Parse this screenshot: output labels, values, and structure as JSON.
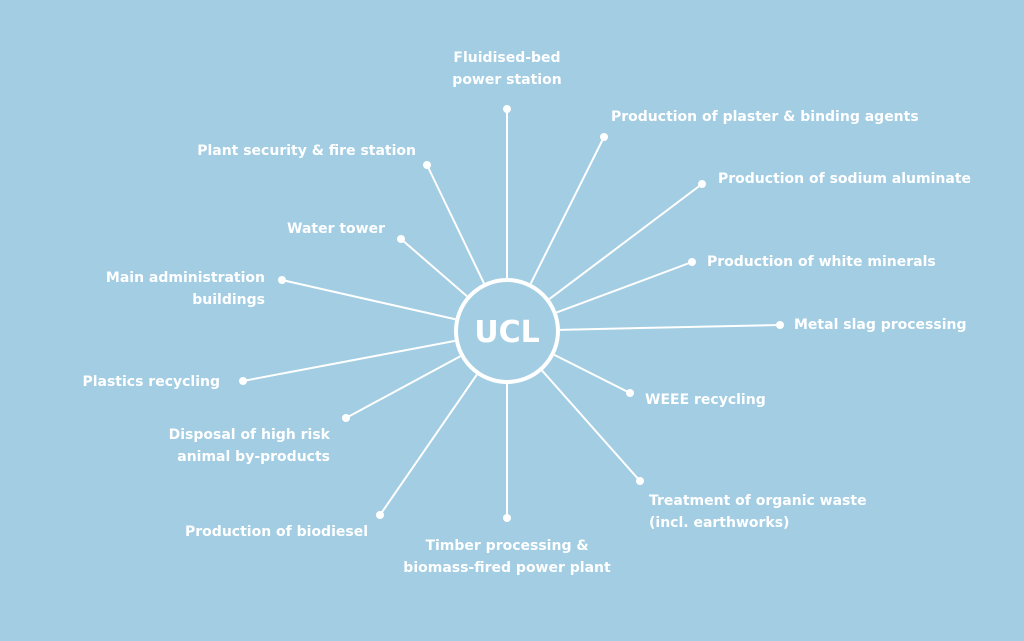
{
  "colors": {
    "background": "#a2cde3",
    "lines": "#ffffff",
    "text": "#ffffff"
  },
  "hub": {
    "label": "UCL"
  },
  "nodes": [
    {
      "id": "fluidised-bed",
      "text": "Fluidised-bed\npower station"
    },
    {
      "id": "plaster",
      "text": "Production of plaster & binding agents"
    },
    {
      "id": "sodium-aluminate",
      "text": "Production of sodium aluminate"
    },
    {
      "id": "white-minerals",
      "text": "Production of white minerals"
    },
    {
      "id": "metal-slag",
      "text": "Metal slag processing"
    },
    {
      "id": "weee",
      "text": "WEEE recycling"
    },
    {
      "id": "organic-waste",
      "text": "Treatment of organic waste\n(incl. earthworks)"
    },
    {
      "id": "timber",
      "text": "Timber processing &\nbiomass-fired power plant"
    },
    {
      "id": "biodiesel",
      "text": "Production of biodiesel"
    },
    {
      "id": "animal-byproducts",
      "text": "Disposal of high risk\nanimal by-products"
    },
    {
      "id": "plastics",
      "text": "Plastics recycling"
    },
    {
      "id": "admin",
      "text": "Main administration\nbuildings"
    },
    {
      "id": "water-tower",
      "text": "Water tower"
    },
    {
      "id": "plant-security",
      "text": "Plant security & fire station"
    }
  ]
}
